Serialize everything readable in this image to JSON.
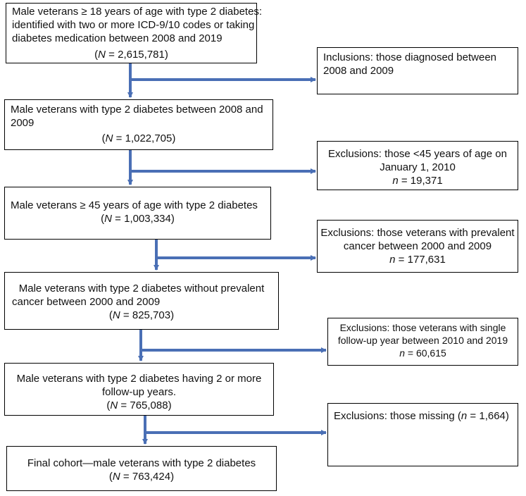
{
  "main_boxes": [
    {
      "lines": [
        "Male veterans ≥ 18 years of age with type 2 diabetes:",
        "identified with two or more ICD-9/10 codes or taking",
        "diabetes medication between 2008 and 2019"
      ],
      "count_label": "N",
      "count": "2,615,781"
    },
    {
      "lines": [
        "Male veterans with type 2 diabetes between 2008 and",
        "2009"
      ],
      "count_label": "N",
      "count": "1,022,705"
    },
    {
      "lines": [
        "Male veterans ≥ 45 years of age with type 2 diabetes"
      ],
      "count_label": "N",
      "count": "1,003,334"
    },
    {
      "lines": [
        "Male veterans with type 2 diabetes without prevalent",
        "cancer between 2000 and 2009"
      ],
      "count_label": "N",
      "count": "825,703"
    },
    {
      "lines": [
        "Male veterans with type 2 diabetes having 2 or more",
        "follow-up years."
      ],
      "count_label": "N",
      "count": "765,088"
    },
    {
      "lines": [
        "Final cohort—male veterans with type 2 diabetes"
      ],
      "count_label": "N",
      "count": "763,424"
    }
  ],
  "side_boxes": [
    {
      "lines": [
        "Inclusions: those diagnosed between",
        "2008 and 2009"
      ]
    },
    {
      "lines": [
        "Exclusions: those <45 years of age on",
        "January 1, 2010"
      ],
      "count_label": "n",
      "count": "19,371"
    },
    {
      "lines": [
        "Exclusions: those veterans with prevalent",
        "cancer between 2000 and 2009"
      ],
      "count_label": "n",
      "count": "177,631"
    },
    {
      "lines": [
        "Exclusions: those veterans with single",
        "follow-up year between 2010 and 2019"
      ],
      "count_label": "n",
      "count": "60,615"
    },
    {
      "lines": [
        "Exclusions: those missing ("
      ],
      "count_label": "n",
      "count": "1,664",
      "suffix": ")"
    }
  ],
  "colors": {
    "arrow": "#4a6fb5",
    "border": "#000000"
  }
}
